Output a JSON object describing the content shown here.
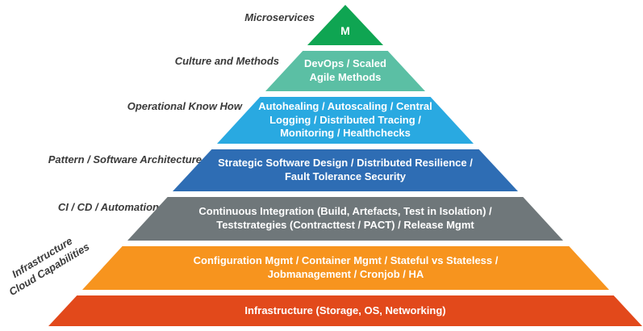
{
  "layers": [
    {
      "text": "M",
      "color": "#0FA552"
    },
    {
      "text": "DevOps / Scaled Agile Methods",
      "color": "#5BBFA4"
    },
    {
      "text": "Autohealing / Autoscaling / Central Logging / Distributed Tracing / Monitoring / Healthchecks",
      "color": "#29A9E1"
    },
    {
      "text": "Strategic Software Design / Distributed Resilience / Fault Tolerance Security",
      "color": "#2E6DB4"
    },
    {
      "text": "Continuous Integration (Build, Artefacts, Test in Isolation) / Teststrategies (Contracttest / PACT) / Release Mgmt",
      "color": "#6F777A"
    },
    {
      "text": "Configuration Mgmt / Container Mgmt / Stateful vs Stateless / Jobmanagement / Cronjob / HA",
      "color": "#F7941E"
    },
    {
      "text": "Infrastructure (Storage, OS, Networking)",
      "color": "#E2491B"
    }
  ],
  "side_labels": [
    {
      "text": "Microservices"
    },
    {
      "text": "Culture and Methods"
    },
    {
      "text": "Operational Know How"
    },
    {
      "text": "Pattern / Software Architecture"
    },
    {
      "text": "CI / CD / Automation"
    }
  ],
  "rotated_side_label": {
    "lines": [
      "Infrastructure",
      "Cloud Capabilities"
    ]
  }
}
